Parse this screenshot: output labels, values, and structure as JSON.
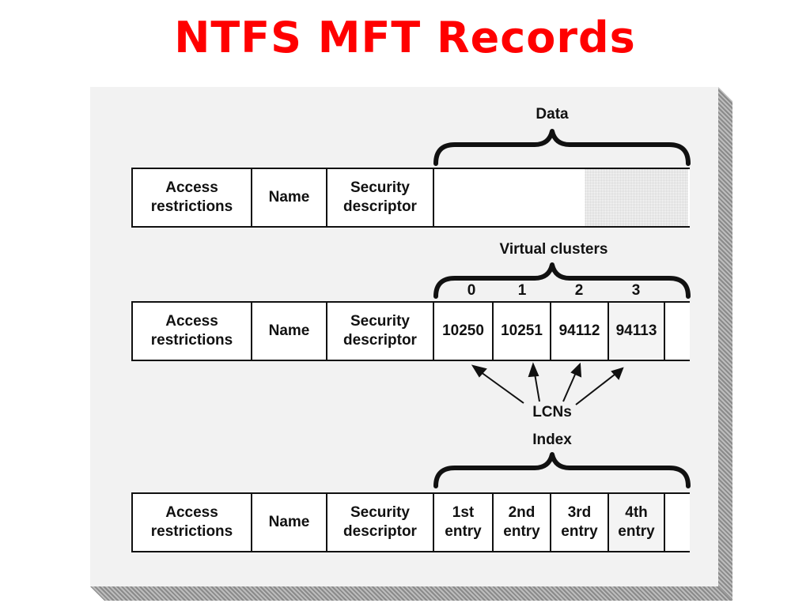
{
  "title": "NTFS MFT Records",
  "diagram": {
    "common_fields": {
      "access": "Access restrictions",
      "name": "Name",
      "security": "Security descriptor"
    },
    "record1": {
      "brace_label": "Data"
    },
    "record2": {
      "brace_label": "Virtual clusters",
      "vcn_labels": [
        "0",
        "1",
        "2",
        "3"
      ],
      "lcn_values": [
        "10250",
        "10251",
        "94112",
        "94113"
      ],
      "arrow_label": "LCNs"
    },
    "record3": {
      "brace_label": "Index",
      "entries": [
        "1st entry",
        "2nd entry",
        "3rd entry",
        "4th entry"
      ]
    }
  }
}
